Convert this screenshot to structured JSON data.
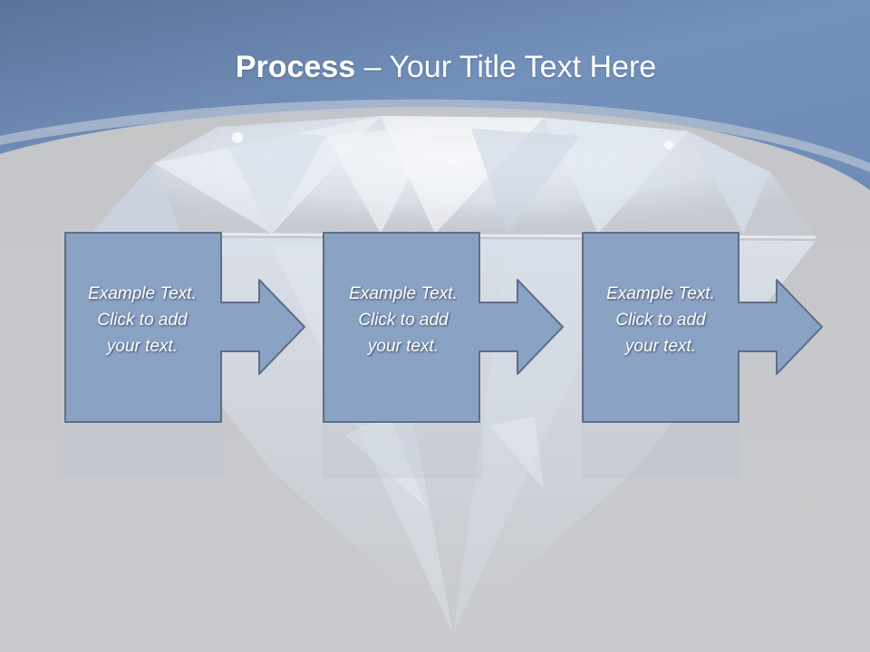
{
  "title": {
    "bold": "Process",
    "rest": " – Your Title Text Here"
  },
  "colors": {
    "header_blue": "#6f8db8",
    "box_fill": "#8aa2c4",
    "box_stroke": "#5f6e86",
    "background": "#c8c9cc"
  },
  "steps": [
    {
      "lines": [
        "Example Text.",
        "Click  to add",
        "your text."
      ]
    },
    {
      "lines": [
        "Example Text.",
        "Click  to add",
        "your text."
      ]
    },
    {
      "lines": [
        "Example Text.",
        "Click  to add",
        "your text."
      ]
    }
  ]
}
